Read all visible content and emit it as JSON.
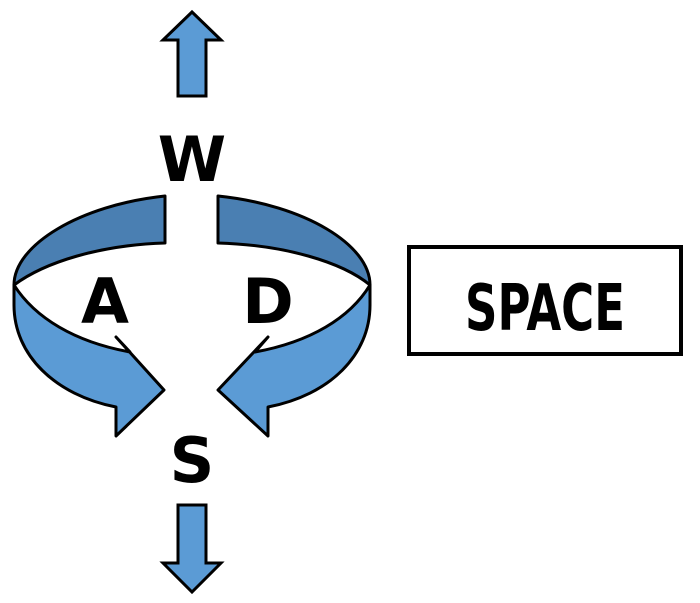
{
  "keys": {
    "forward": "W",
    "backward": "S",
    "left": "A",
    "right": "D",
    "action": "SPACE"
  },
  "colors": {
    "arrow_front": "#5b9bd5",
    "arrow_back": "#4a7fb2",
    "outline": "#000000",
    "text": "#000000",
    "background": "#ffffff"
  },
  "icons": {
    "forward": "arrow-up-icon",
    "backward": "arrow-down-icon",
    "rotate_left": "rotate-left-arrow-icon",
    "rotate_right": "rotate-right-arrow-icon"
  }
}
